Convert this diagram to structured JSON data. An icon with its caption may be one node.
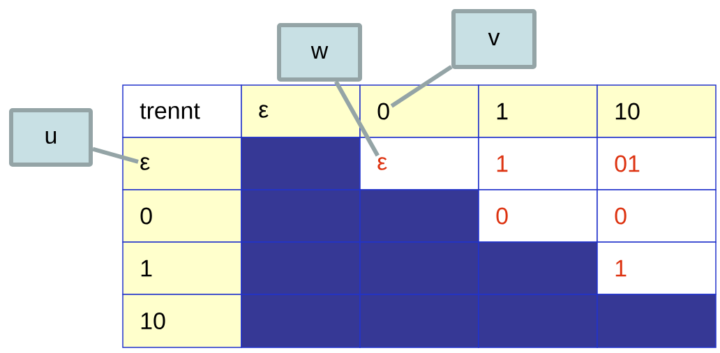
{
  "diagram": {
    "nodes": [
      {
        "text": [
          "u"
        ]
      },
      {
        "text": [
          "w"
        ]
      },
      {
        "text": [
          "v"
        ]
      },
      {
        "text": [
          "0"
        ]
      },
      {
        "text": [
          "ε"
        ]
      },
      {
        "text": [
          "ε"
        ]
      }
    ],
    "edges": [
      {
        "from": 0,
        "to": 4,
        "arrow": "none"
      },
      {
        "from": 1,
        "to": 5,
        "arrow": "none"
      },
      {
        "from": 2,
        "to": 3,
        "arrow": "none"
      }
    ],
    "labels": [
      "trennt",
      "ε",
      "1",
      "10",
      "1",
      "01",
      "0",
      "0",
      "0",
      "1",
      "1",
      "10"
    ]
  }
}
